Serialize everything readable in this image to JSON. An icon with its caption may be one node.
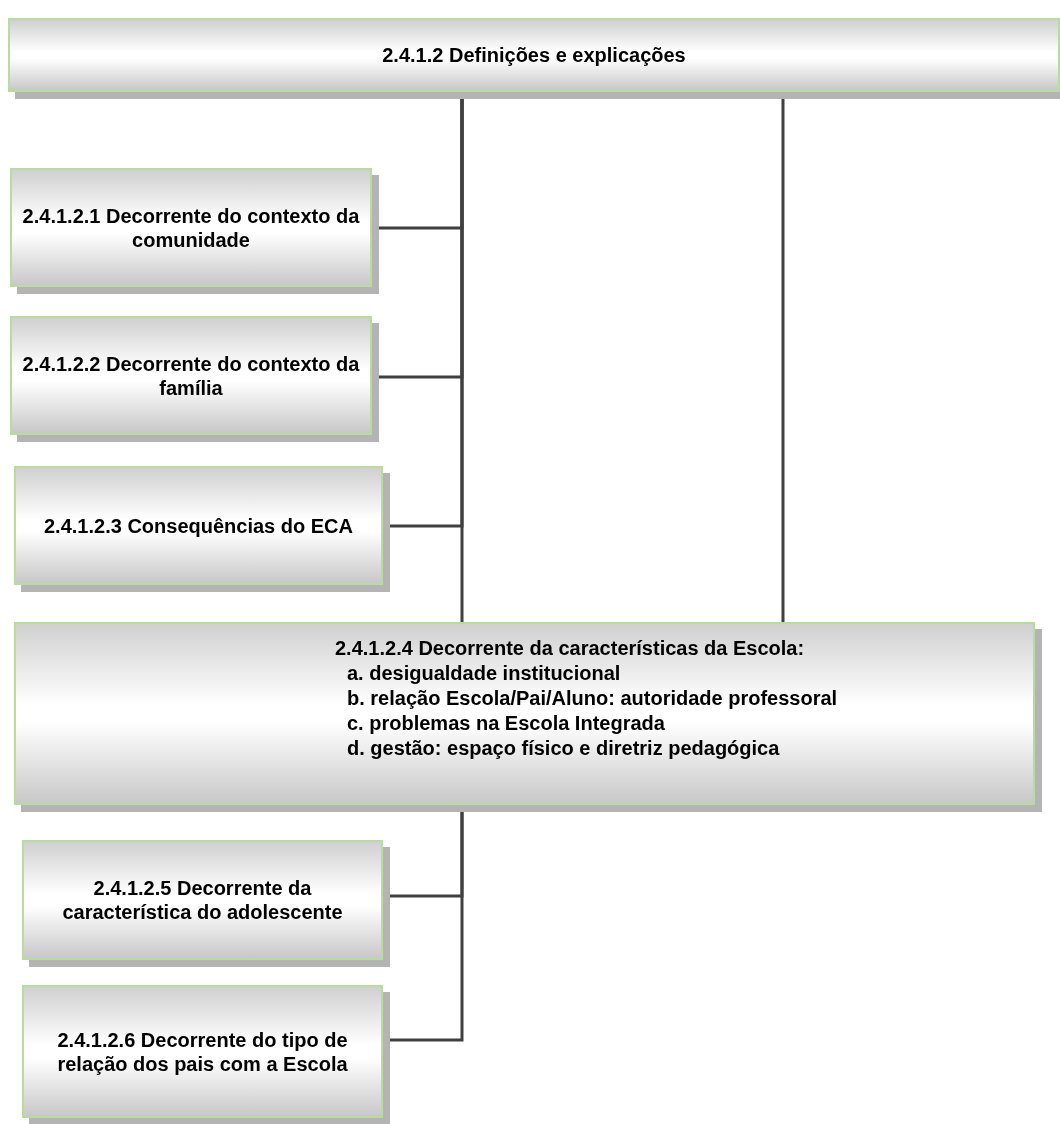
{
  "diagram": {
    "nodes": [
      {
        "text": [
          "2.4.1.2 Definições e explicações"
        ]
      },
      {
        "text": [
          "2.4.1.2.1 Decorrente do contexto da comunidade"
        ]
      },
      {
        "text": [
          "2.4.1.2.2  Decorrente do contexto da família"
        ]
      },
      {
        "text": [
          "2.4.1.2.3  Consequências do ECA"
        ]
      },
      {
        "text": [
          "2.4.1.2.4  Decorrente da características da Escola:",
          "a. desigualdade institucional",
          "b. relação Escola/Pai/Aluno: autoridade professoral",
          "c. problemas na Escola Integrada",
          "d. gestão: espaço físico e diretriz pedagógica"
        ]
      },
      {
        "text": [
          "2.4.1.2.5  Decorrente da característica do adolescente"
        ]
      },
      {
        "text": [
          "2.4.1.2.6  Decorrente do tipo de relação dos pais com a Escola"
        ]
      }
    ],
    "edges": [
      {
        "from": 0,
        "to": 1,
        "arrow": "none"
      },
      {
        "from": 0,
        "to": 2,
        "arrow": "none"
      },
      {
        "from": 0,
        "to": 3,
        "arrow": "none"
      },
      {
        "from": 0,
        "to": 4,
        "arrow": "none"
      },
      {
        "from": 0,
        "to": 4,
        "arrow": "none"
      },
      {
        "from": 4,
        "to": 5,
        "arrow": "none"
      },
      {
        "from": 4,
        "to": 6,
        "arrow": "none"
      }
    ]
  }
}
